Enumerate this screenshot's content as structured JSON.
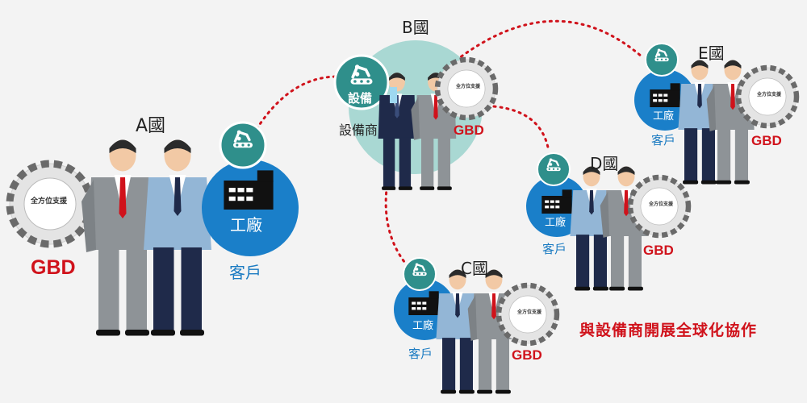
{
  "countries": {
    "a": "A國",
    "b": "B國",
    "c": "C國",
    "d": "D國",
    "e": "E國"
  },
  "support_label": "全方位支援",
  "factory_label": "工廠",
  "customer_label": "客戶",
  "gbd_label": "GBD",
  "equipment_icon_label": "設備",
  "equipment_vendor_label": "設備商",
  "slogan": "與設備商開展全球化協作",
  "colors": {
    "blue": "#1a7fc9",
    "teal": "#2f8f8b",
    "light_teal": "#a9d8d3",
    "red": "#d0121b",
    "suit_gray": "#8e9397",
    "suit_navy": "#1f2a4a"
  }
}
